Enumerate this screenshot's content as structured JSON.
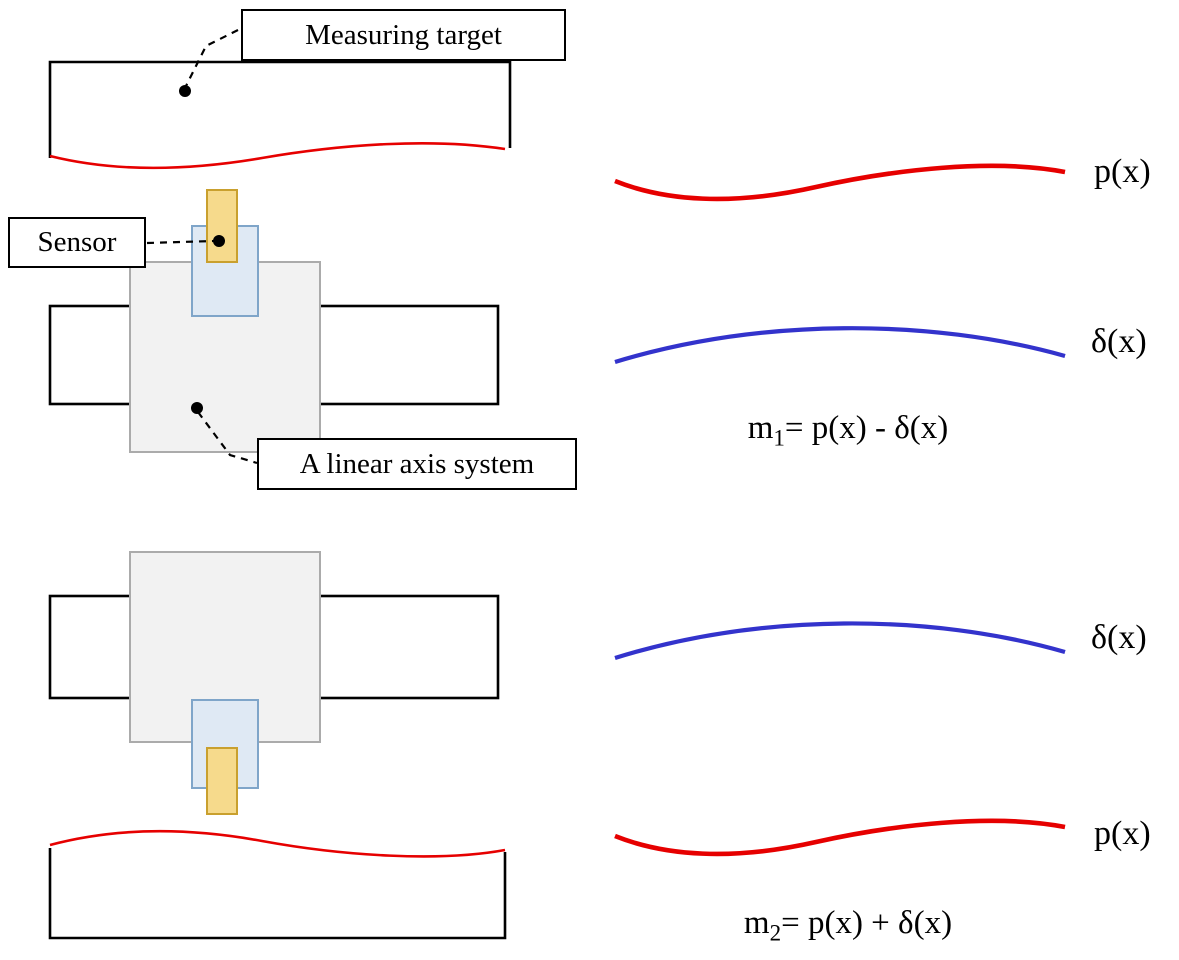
{
  "labels": {
    "measuring_target": "Measuring target",
    "sensor": "Sensor",
    "linear_axis": "A linear axis system"
  },
  "curve_labels": {
    "top_profile": "p(x)",
    "top_error": "δ(x)",
    "bottom_error": "δ(x)",
    "bottom_profile": "p(x)"
  },
  "equations": {
    "m1": {
      "base": "m",
      "sub": "1",
      "rest": "= p(x) - δ(x)"
    },
    "m2": {
      "base": "m",
      "sub": "2",
      "rest": "= p(x) + δ(x)"
    }
  },
  "colors": {
    "profile_curve": "#e60000",
    "error_curve": "#3333cc",
    "sensor_fill": "#f6da8c",
    "sensor_border": "#c9a02e",
    "mount_fill": "#dfe9f4",
    "mount_border": "#7fa5c9",
    "carriage_fill": "#f2f2f2",
    "carriage_border": "#ababab"
  }
}
